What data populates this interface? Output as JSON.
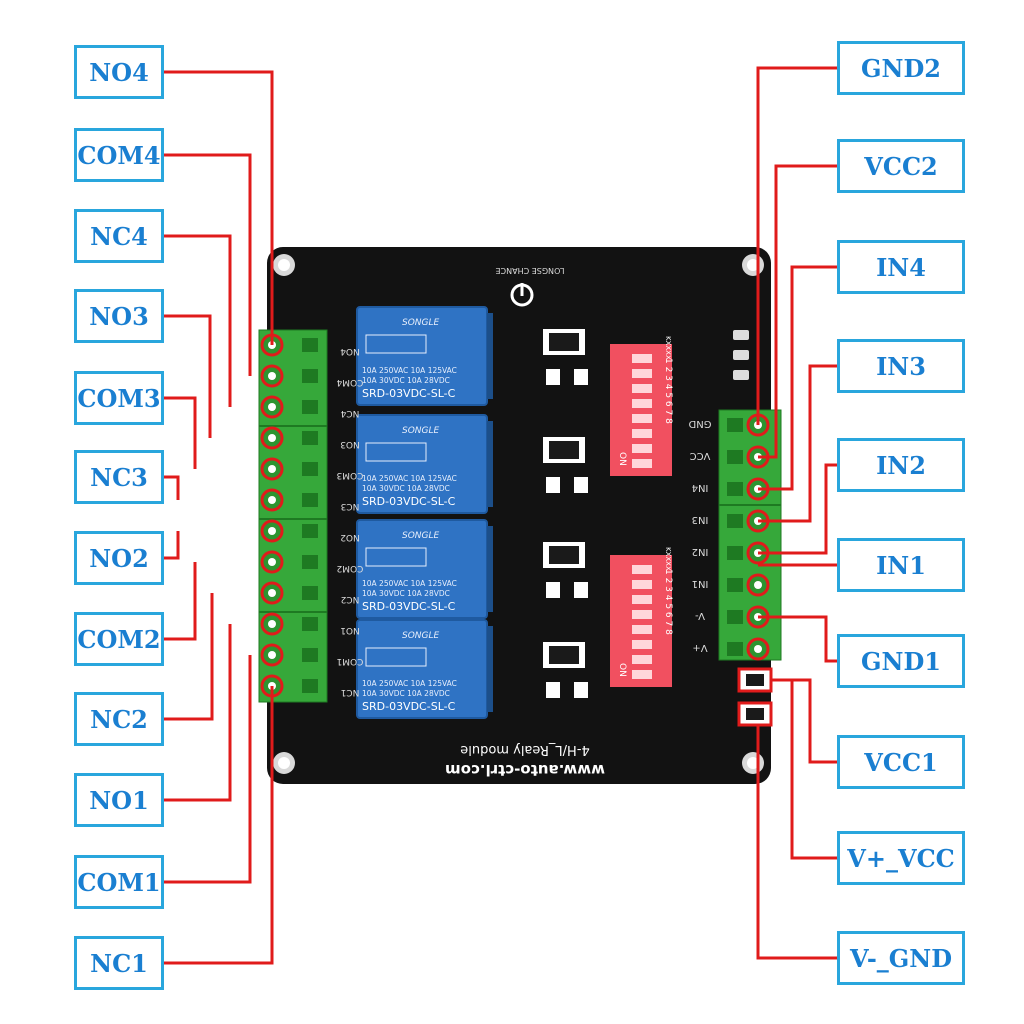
{
  "left_labels": [
    "NO4",
    "COM4",
    "NC4",
    "NO3",
    "COM3",
    "NC3",
    "NO2",
    "COM2",
    "NC2",
    "NO1",
    "COM1",
    "NC1"
  ],
  "right_labels": [
    "GND2",
    "VCC2",
    "IN4",
    "IN3",
    "IN2",
    "IN1",
    "GND1",
    "VCC1",
    "V+_VCC",
    "V-_GND"
  ],
  "board": {
    "logo_text": "LONGSE CHANCE",
    "relays": [
      {
        "brand": "SONGLE",
        "rating1": "10A 250VAC 10A 125VAC",
        "rating2": "10A  30VDC 10A  28VDC",
        "model": "SRD-03VDC-SL-C"
      },
      {
        "brand": "SONGLE",
        "rating1": "10A 250VAC 10A 125VAC",
        "rating2": "10A  30VDC 10A  28VDC",
        "model": "SRD-03VDC-SL-C"
      },
      {
        "brand": "SONGLE",
        "rating1": "10A 250VAC 10A 125VAC",
        "rating2": "10A  30VDC 10A  28VDC",
        "model": "SRD-03VDC-SL-C"
      },
      {
        "brand": "SONGLE",
        "rating1": "10A 250VAC 10A 125VAC",
        "rating2": "10A  30VDC 10A  28VDC",
        "model": "SRD-03VDC-SL-C"
      }
    ],
    "left_silk": [
      "NO4",
      "COM4",
      "NC4",
      "NO3",
      "COM3",
      "NC3",
      "NO2",
      "COM2",
      "NC2",
      "NO1",
      "COM1",
      "NC1"
    ],
    "right_silk": [
      "GND",
      "VCC",
      "IN4",
      "IN3",
      "IN2",
      "IN1",
      "V-",
      "V+"
    ],
    "dip_numbers": "1 2 3 4 5 6 7 8",
    "dip_on": "ON",
    "dip_tag": "KXXXX",
    "module_text": "4-H/L_Realy module",
    "url_text": "www.auto-ctrl.com"
  },
  "colors": {
    "wire": "#e01b1b",
    "label_border": "#29a6dd",
    "label_text": "#1a7fd1",
    "pcb": "#121212",
    "relay": "#2f73c4",
    "terminal": "#36a83a",
    "dip": "#f15060"
  }
}
